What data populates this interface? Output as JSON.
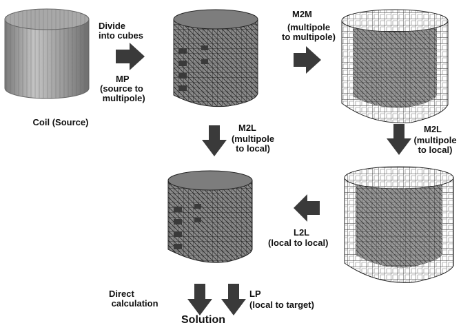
{
  "labels": {
    "coil_source": "Coil (Source)",
    "divide": "Divide\ninto cubes",
    "mp": "MP",
    "mp_desc": "(source to\n multipole)",
    "m2m": "M2M",
    "m2m_desc": "(multipole\nto multipole)",
    "m2l_left": "M2L",
    "m2l_left_desc": "(multipole\nto local)",
    "m2l_right": "M2L",
    "m2l_right_desc": "(multipole\nto local)",
    "l2l": "L2L",
    "l2l_desc": "(local to local)",
    "direct": "Direct\n calculation",
    "lp": "LP",
    "lp_desc": "(local to target)",
    "solution": "Solution"
  },
  "colors": {
    "text": "#111111",
    "arrow": "#3a3a3a",
    "coil_fill": "#9a9a9a",
    "mesh": "#2a2a2a",
    "cube_grid": "#333333"
  }
}
